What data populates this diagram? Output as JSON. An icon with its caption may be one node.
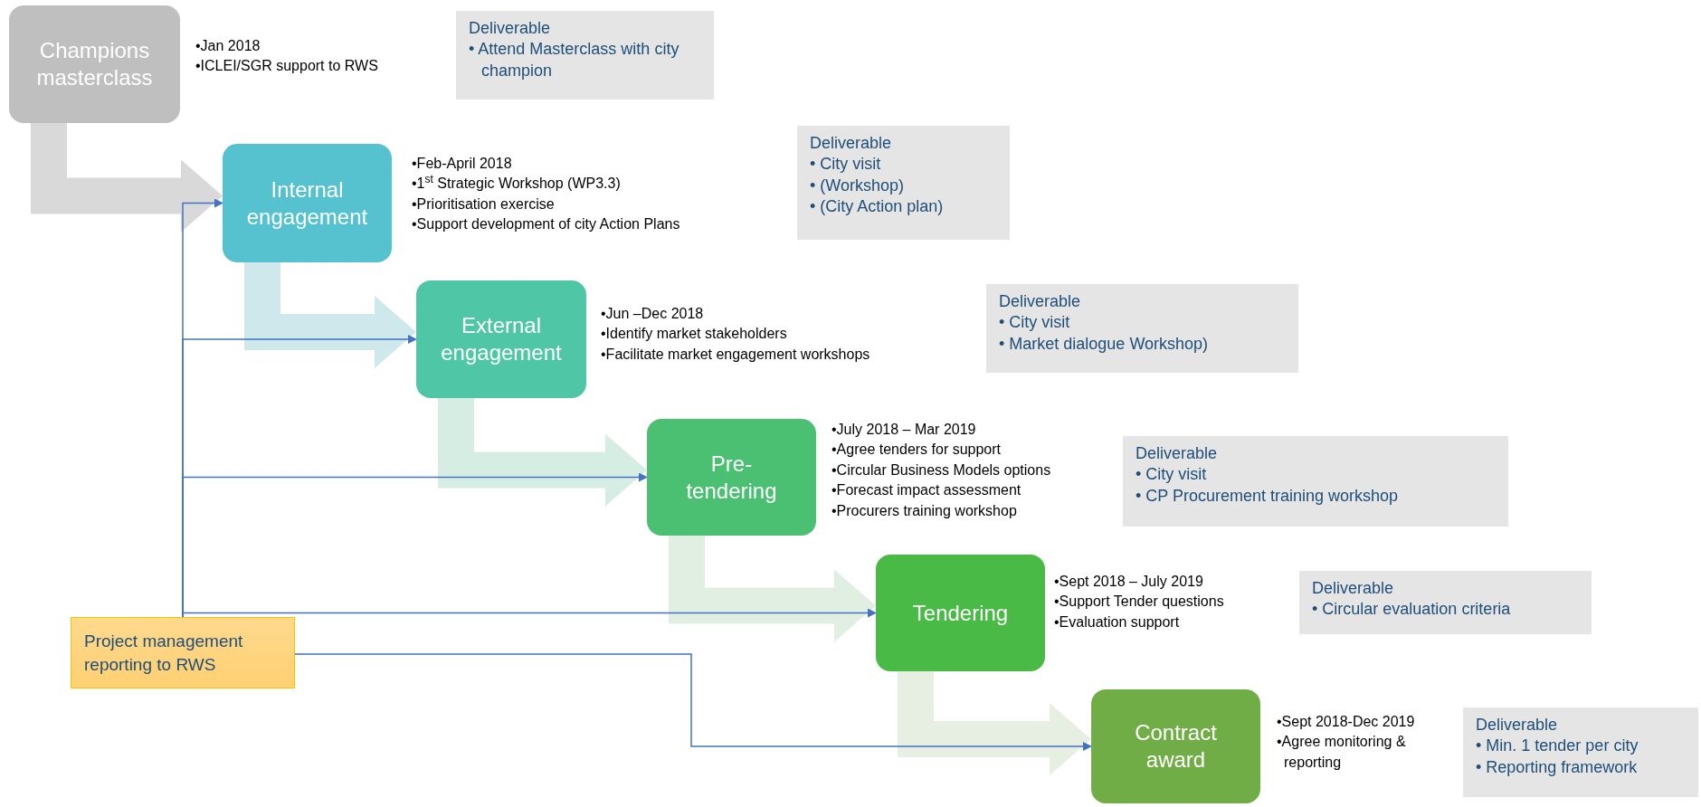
{
  "diagram": {
    "nodes": [
      {
        "text": [
          "Champions masterclass"
        ],
        "beside": [
          "•Jan 2018",
          "•ICLEI/SGR support to RWS"
        ]
      },
      {
        "text": [
          "Deliverable",
          "• Attend Masterclass with city champion"
        ]
      },
      {
        "text": [
          "Internal engagement"
        ],
        "beside": [
          "•Feb-April 2018",
          "•1$^{st}$ Strategic Workshop (WP3.3)",
          "•Prioritisation exercise",
          "•Support development of city Action Plans"
        ]
      },
      {
        "text": [
          "Deliverable",
          "• City visit",
          "• (Workshop)",
          "• (City Action plan)"
        ]
      },
      {
        "text": [
          "External engagement"
        ],
        "beside": [
          "•Jun –Dec 2018",
          "•Identify market stakeholders",
          "•Facilitate market engagement workshops"
        ]
      },
      {
        "text": [
          "Deliverable",
          "• City visit",
          "• Market dialogue Workshop)"
        ]
      },
      {
        "text": [
          "Pre- tendering"
        ],
        "beside": [
          "•July 2018 – Mar 2019",
          "•Agree tenders for support",
          "•Circular Business Models options",
          "•Forecast impact assessment",
          "•Procurers training workshop"
        ]
      },
      {
        "text": [
          "Deliverable",
          "• City visit",
          "• CP Procurement training workshop"
        ]
      },
      {
        "text": [
          "Tendering"
        ],
        "beside": [
          "•Sept 2018 – July 2019",
          "•Support Tender questions",
          "•Evaluation support"
        ]
      },
      {
        "text": [
          "Deliverable",
          "• Circular evaluation criteria"
        ]
      },
      {
        "text": [
          "Contract award"
        ],
        "beside": [
          "•Sept 2018-Dec 2019",
          "•Agree monitoring & reporting"
        ]
      },
      {
        "text": [
          "Deliverable",
          "• Min. 1 tender per city",
          "• Reporting framework"
        ]
      },
      {
        "text": [
          "Project management reporting to RWS"
        ]
      }
    ],
    "edges": [
      {
        "from": 0,
        "to": 2,
        "arrow": "to",
        "style": "thick",
        "color": "#d9d9d9"
      },
      {
        "from": 2,
        "to": 4,
        "arrow": "to",
        "style": "thick",
        "color": "#cfe8ec"
      },
      {
        "from": 4,
        "to": 6,
        "arrow": "to",
        "style": "thick",
        "color": "#d6ede4"
      },
      {
        "from": 6,
        "to": 8,
        "arrow": "to",
        "style": "thick",
        "color": "#e0efe2"
      },
      {
        "from": 8,
        "to": 10,
        "arrow": "to",
        "style": "thick",
        "color": "#e7efe2"
      },
      {
        "from": 12,
        "to": 2,
        "arrow": "to",
        "color": "#4472c4"
      },
      {
        "from": 12,
        "to": 4,
        "arrow": "to",
        "color": "#4472c4"
      },
      {
        "from": 12,
        "to": 6,
        "arrow": "to",
        "color": "#4472c4"
      },
      {
        "from": 12,
        "to": 8,
        "arrow": "to",
        "color": "#4472c4"
      },
      {
        "from": 12,
        "to": 10,
        "arrow": "to",
        "color": "#4472c4"
      }
    ]
  }
}
